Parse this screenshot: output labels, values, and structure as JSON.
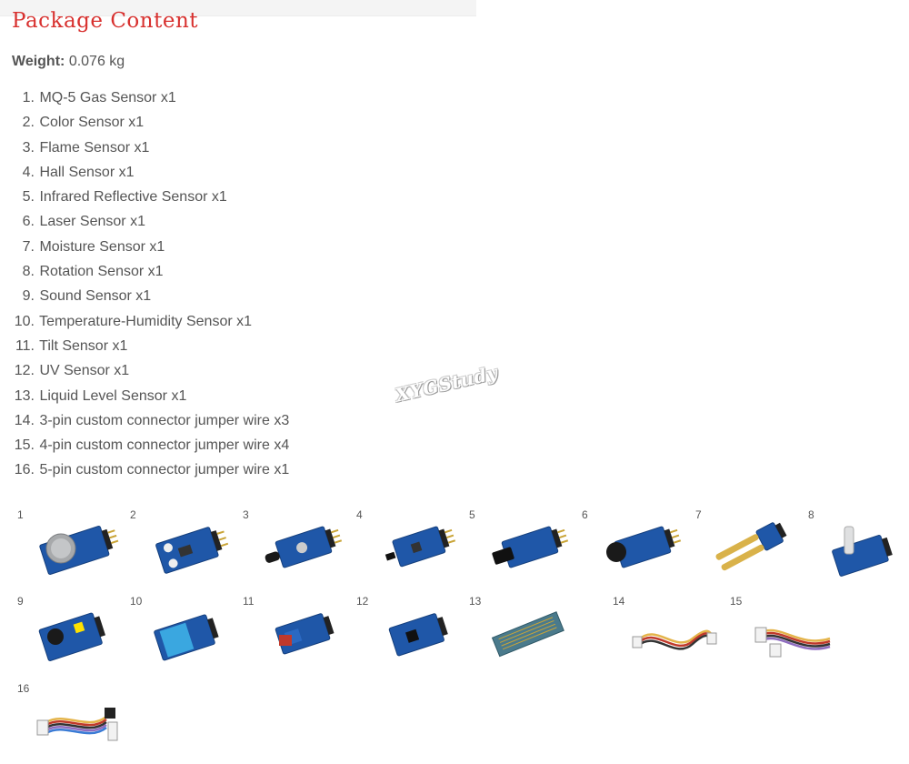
{
  "header": {
    "title": "Package Content"
  },
  "weight": {
    "label": "Weight:",
    "value": "0.076 kg"
  },
  "items": [
    {
      "num": "1.",
      "text": "MQ-5 Gas Sensor x1"
    },
    {
      "num": "2.",
      "text": "Color Sensor x1"
    },
    {
      "num": "3.",
      "text": "Flame Sensor x1"
    },
    {
      "num": "4.",
      "text": "Hall Sensor x1"
    },
    {
      "num": "5.",
      "text": "Infrared Reflective Sensor x1"
    },
    {
      "num": "6.",
      "text": "Laser Sensor x1"
    },
    {
      "num": "7.",
      "text": "Moisture Sensor x1"
    },
    {
      "num": "8.",
      "text": "Rotation Sensor x1"
    },
    {
      "num": "9.",
      "text": "Sound Sensor x1"
    },
    {
      "num": "10.",
      "text": "Temperature-Humidity Sensor x1"
    },
    {
      "num": "11.",
      "text": "Tilt Sensor x1"
    },
    {
      "num": "12.",
      "text": "UV Sensor x1"
    },
    {
      "num": "13.",
      "text": "Liquid Level Sensor x1"
    },
    {
      "num": "14.",
      "text": "3-pin custom connector jumper wire x3"
    },
    {
      "num": "15.",
      "text": "4-pin custom connector jumper wire x4"
    },
    {
      "num": "16.",
      "text": "5-pin custom connector jumper wire x1"
    }
  ],
  "watermark": "XYGStudy",
  "photos": [
    {
      "label": "1",
      "icon": "mq5-gas-sensor-icon"
    },
    {
      "label": "2",
      "icon": "color-sensor-icon"
    },
    {
      "label": "3",
      "icon": "flame-sensor-icon"
    },
    {
      "label": "4",
      "icon": "hall-sensor-icon"
    },
    {
      "label": "5",
      "icon": "infrared-reflective-sensor-icon"
    },
    {
      "label": "6",
      "icon": "laser-sensor-icon"
    },
    {
      "label": "7",
      "icon": "moisture-sensor-icon"
    },
    {
      "label": "8",
      "icon": "rotation-sensor-icon"
    },
    {
      "label": "9",
      "icon": "sound-sensor-icon"
    },
    {
      "label": "10",
      "icon": "temperature-humidity-sensor-icon"
    },
    {
      "label": "11",
      "icon": "tilt-sensor-icon"
    },
    {
      "label": "12",
      "icon": "uv-sensor-icon"
    },
    {
      "label": "13",
      "icon": "liquid-level-sensor-icon"
    },
    {
      "label": "14",
      "icon": "3-pin-jumper-wire-icon"
    },
    {
      "label": "15",
      "icon": "4-pin-jumper-wire-icon"
    },
    {
      "label": "16",
      "icon": "5-pin-jumper-wire-icon"
    }
  ],
  "colors": {
    "title": "#d8312f",
    "text": "#555555",
    "pcb": "#1f57a8",
    "wire_yellow": "#e4b44a",
    "wire_red": "#c0392b"
  }
}
